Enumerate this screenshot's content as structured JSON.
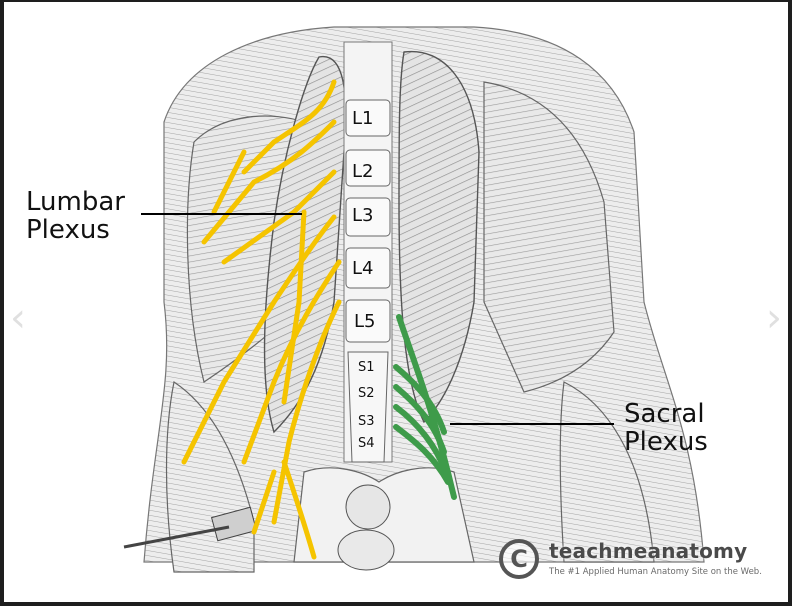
{
  "viewer": {
    "prev_icon": "chevron-left-icon",
    "next_icon": "chevron-right-icon",
    "prev_glyph": "‹",
    "next_glyph": "›"
  },
  "diagram": {
    "labels": {
      "lumbar_line1": "Lumbar",
      "lumbar_line2": "Plexus",
      "sacral_line1": "Sacral",
      "sacral_line2": "Plexus"
    },
    "vertebrae": [
      "L1",
      "L2",
      "L3",
      "L4",
      "L5",
      "S1",
      "S2",
      "S3",
      "S4"
    ],
    "colors": {
      "lumbar_nerves": "#f5c400",
      "sacral_nerves": "#3e9b4a",
      "leader_line": "#000000"
    }
  },
  "watermark": {
    "name": "teachmeanatomy",
    "tagline": "The #1 Applied Human Anatomy Site on the Web.",
    "logo_glyph": "C"
  }
}
